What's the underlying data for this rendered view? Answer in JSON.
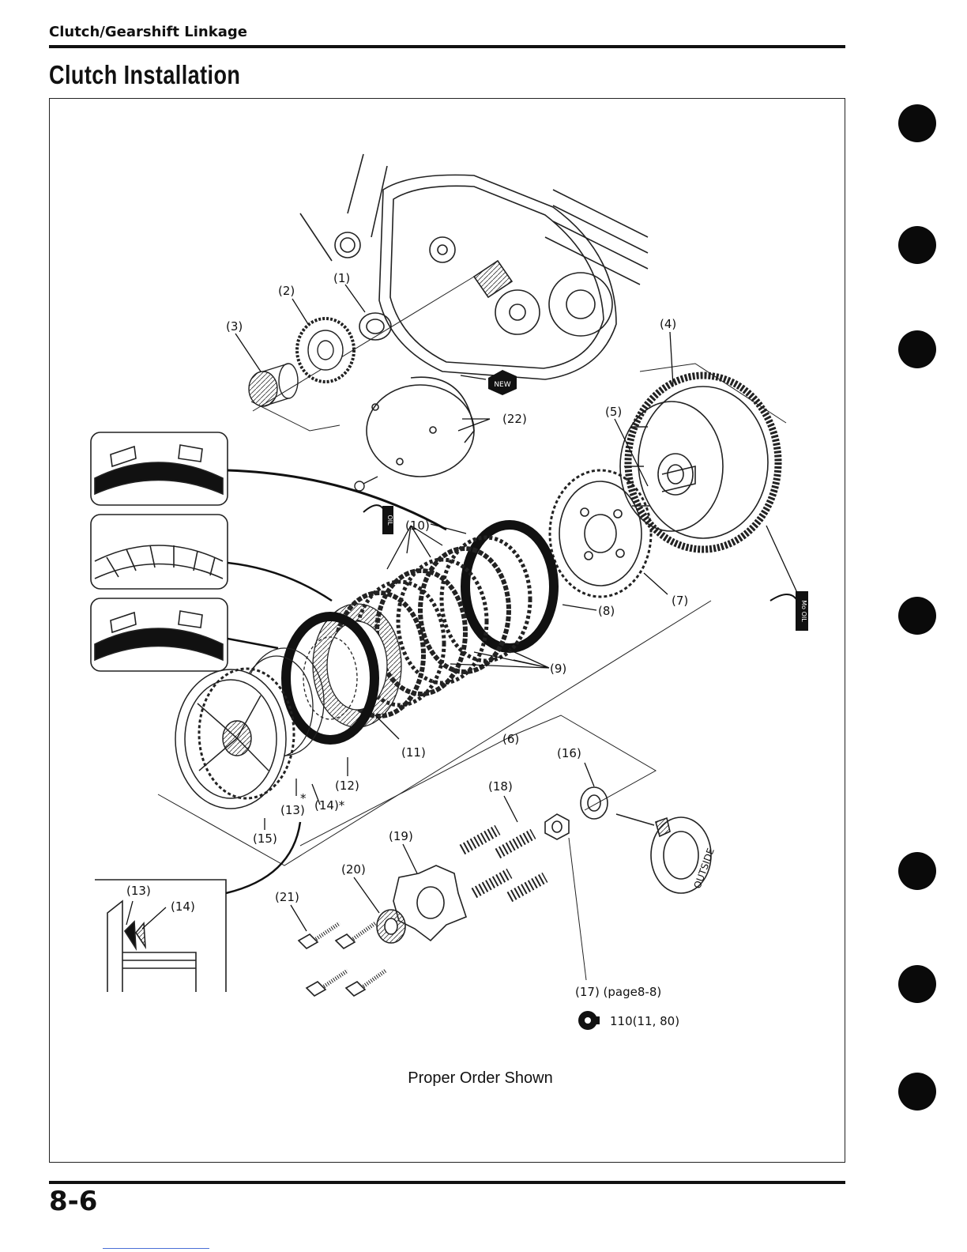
{
  "header": {
    "section": "Clutch/Gearshift Linkage",
    "title": "Clutch Installation"
  },
  "figure": {
    "callouts": [
      "(1)",
      "(2)",
      "(3)",
      "(4)",
      "(5)",
      "(6)",
      "(7)",
      "(8)",
      "(9)",
      "(10)",
      "(11)",
      "(12)",
      "(13)",
      "(14)*",
      "(15)",
      "(16)",
      "(17) (page8-8)",
      "(18)",
      "(19)",
      "(20)",
      "(21)",
      "(22)"
    ],
    "inset_callouts": [
      "(13)",
      "(14)"
    ],
    "star_marker": "*",
    "torque_spec": "110(11, 80)",
    "stamps": {
      "new": "NEW",
      "oil": "OIL",
      "mo_oil": "Mo OIL",
      "outside": "OUTSIDE"
    },
    "caption": "Proper Order Shown"
  },
  "footer": {
    "page_number": "8-6"
  },
  "colors": {
    "ink": "#111111",
    "paper": "#ffffff",
    "link": "#4a6fd6"
  }
}
